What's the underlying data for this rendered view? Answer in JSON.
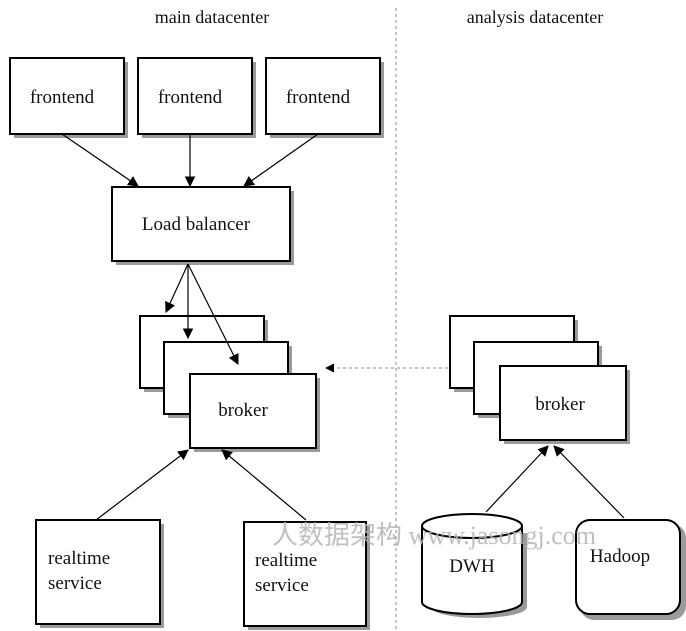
{
  "sections": {
    "main": "main datacenter",
    "analysis": "analysis datacenter"
  },
  "nodes": {
    "frontend_1": "frontend",
    "frontend_2": "frontend",
    "frontend_3": "frontend",
    "load_balancer": "Load balancer",
    "broker_main": "broker",
    "broker_analysis": "broker",
    "realtime_1": [
      "realtime",
      "service"
    ],
    "realtime_2": [
      "realtime",
      "service"
    ],
    "dwh": "DWH",
    "hadoop": "Hadoop"
  },
  "watermark": "人数据架构 www.jasongj.com"
}
